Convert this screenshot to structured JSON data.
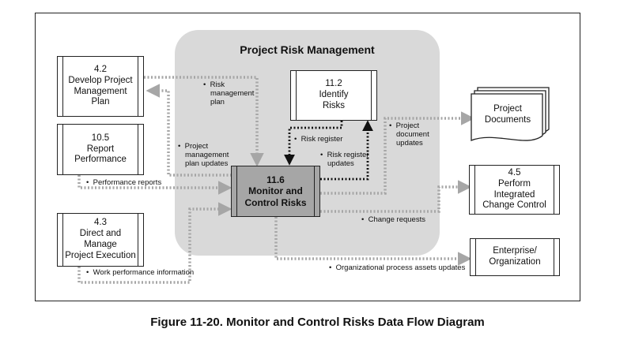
{
  "group_title": "Project Risk Management",
  "caption": "Figure 11-20. Monitor and Control Risks Data Flow Diagram",
  "nodes": {
    "develop_plan": [
      "4.2",
      "Develop Project",
      "Management",
      "Plan"
    ],
    "report_performance": [
      "10.5",
      "Report",
      "Performance"
    ],
    "direct_manage": [
      "4.3",
      "Direct and",
      "Manage",
      "Project Execution"
    ],
    "identify_risks": [
      "11.2",
      "Identify",
      "Risks"
    ],
    "monitor_control": [
      "11.6",
      "Monitor and",
      "Control Risks"
    ],
    "project_documents": [
      "Project",
      "Documents"
    ],
    "integrated_change": [
      "4.5",
      "Perform",
      "Integrated",
      "Change Control"
    ],
    "enterprise": [
      "Enterprise/",
      "Organization"
    ]
  },
  "flows": {
    "risk_management_plan": [
      "Risk",
      "management",
      "plan"
    ],
    "plan_updates": [
      "Project",
      "management",
      "plan updates"
    ],
    "risk_register": [
      "Risk register"
    ],
    "risk_register_updates": [
      "Risk register",
      "updates"
    ],
    "document_updates": [
      "Project",
      "document",
      "updates"
    ],
    "performance_reports": [
      "Performance reports"
    ],
    "change_requests": [
      "Change requests"
    ],
    "work_performance": [
      "Work performance information"
    ],
    "opa_updates": [
      "Organizational process assets updates"
    ]
  },
  "colors": {
    "group_background": "#d9d9d9",
    "central_box": "#a6a6a6",
    "flow_arrow": "#a6a6a6",
    "risk_register_arrow": "#111111"
  }
}
